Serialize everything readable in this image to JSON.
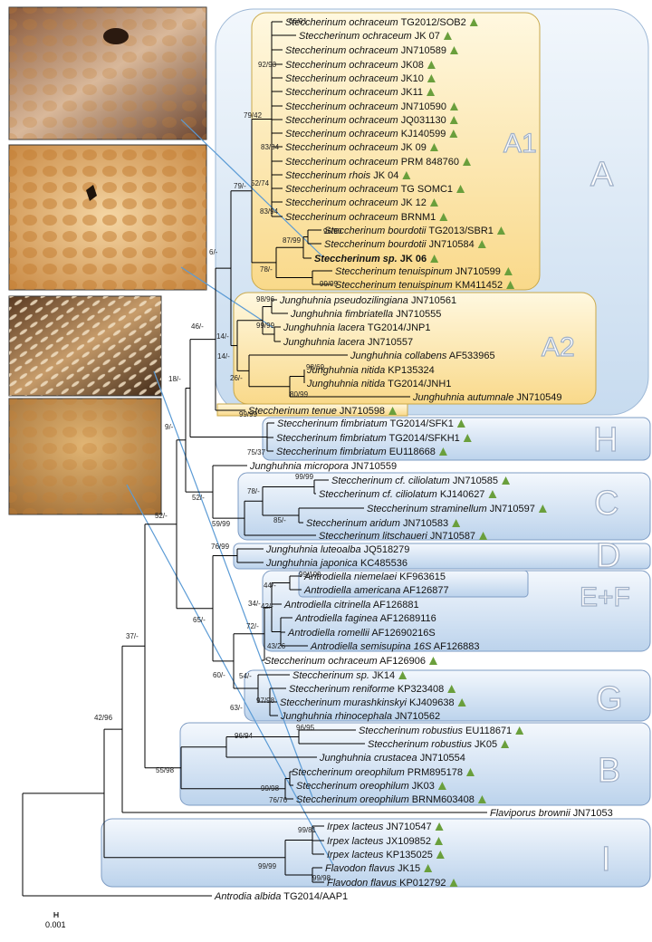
{
  "tree": {
    "taxa": [
      {
        "genus": "Steccherinum",
        "species": "ochraceum",
        "voucher": "TG2012/SOB2",
        "mark": true
      },
      {
        "genus": "Steccherinum",
        "species": "ochraceum",
        "voucher": "JK 07",
        "mark": true
      },
      {
        "genus": "Steccherinum",
        "species": "ochraceum",
        "voucher": "JN710589",
        "mark": true
      },
      {
        "genus": "Steccherinum",
        "species": "ochraceum",
        "voucher": "JK08",
        "mark": true
      },
      {
        "genus": "Steccherinum",
        "species": "ochraceum",
        "voucher": "JK10",
        "mark": true
      },
      {
        "genus": "Steccherinum",
        "species": "ochraceum",
        "voucher": "JK11",
        "mark": true
      },
      {
        "genus": "Steccherinum",
        "species": "ochraceum",
        "voucher": "JN710590",
        "mark": true
      },
      {
        "genus": "Steccherinum",
        "species": "ochraceum",
        "voucher": "JQ031130",
        "mark": true
      },
      {
        "genus": "Steccherinum",
        "species": "ochraceum",
        "voucher": "KJ140599",
        "mark": true
      },
      {
        "genus": "Steccherinum",
        "species": "ochraceum",
        "voucher": "JK 09",
        "mark": true
      },
      {
        "genus": "Steccherinum",
        "species": "ochraceum",
        "voucher": "PRM 848760",
        "mark": true
      },
      {
        "genus": "Steccherinum",
        "species": "rhois",
        "voucher": "JK 04",
        "mark": true
      },
      {
        "genus": "Steccherinum",
        "species": "ochraceum",
        "voucher": "TG SOMC1",
        "mark": true
      },
      {
        "genus": "Steccherinum",
        "species": "ochraceum",
        "voucher": "JK 12",
        "mark": true
      },
      {
        "genus": "Steccherinum",
        "species": "ochraceum",
        "voucher": "BRNM1",
        "mark": true
      },
      {
        "genus": "Steccherinum",
        "species": "bourdotii",
        "voucher": "TG2013/SBR1",
        "mark": true
      },
      {
        "genus": "Steccherinum",
        "species": "bourdotii",
        "voucher": "JN710584",
        "mark": true
      },
      {
        "genus": "Steccherinum",
        "species": "sp.",
        "voucher": "JK 06",
        "mark": true,
        "bold": true
      },
      {
        "genus": "Steccherinum",
        "species": "tenuispinum",
        "voucher": "JN710599",
        "mark": true
      },
      {
        "genus": "Steccherinum",
        "species": "tenuispinum",
        "voucher": "KM411452",
        "mark": true
      },
      {
        "genus": "Junghuhnia",
        "species": "pseudozilingiana",
        "voucher": "JN710561",
        "mark": false
      },
      {
        "genus": "Junghuhnia",
        "species": "fimbriatella",
        "voucher": "JN710555",
        "mark": false
      },
      {
        "genus": "Junghuhnia",
        "species": "lacera",
        "voucher": "TG2014/JNP1",
        "mark": false
      },
      {
        "genus": "Junghuhnia",
        "species": "lacera",
        "voucher": "JN710557",
        "mark": false
      },
      {
        "genus": "Junghuhnia",
        "species": "collabens",
        "voucher": "AF533965",
        "mark": false
      },
      {
        "genus": "Junghuhnia",
        "species": "nitida",
        "voucher": "KP135324",
        "mark": false
      },
      {
        "genus": "Junghuhnia",
        "species": "nitida",
        "voucher": "TG2014/JNH1",
        "mark": false
      },
      {
        "genus": "Junghuhnia",
        "species": "autumnale",
        "voucher": "JN710549",
        "mark": false
      },
      {
        "genus": "Steccherinum",
        "species": "tenue",
        "voucher": "JN710598",
        "mark": true
      },
      {
        "genus": "Steccherinum",
        "species": "fimbriatum",
        "voucher": "TG2014/SFK1",
        "mark": true
      },
      {
        "genus": "Steccherinum",
        "species": "fimbriatum",
        "voucher": "TG2014/SFKH1",
        "mark": true
      },
      {
        "genus": "Steccherinum",
        "species": "fimbriatum",
        "voucher": "EU118668",
        "mark": true
      },
      {
        "genus": "Junghuhnia",
        "species": "micropora",
        "voucher": "JN710559",
        "mark": false
      },
      {
        "genus": "Steccherinum",
        "species": "cf. ciliolatum",
        "voucher": "JN710585",
        "mark": true
      },
      {
        "genus": "Steccherinum",
        "species": "cf. ciliolatum",
        "voucher": "KJ140627",
        "mark": true
      },
      {
        "genus": "Steccherinum",
        "species": "straminellum",
        "voucher": "JN710597",
        "mark": true
      },
      {
        "genus": "Steccherinum",
        "species": "aridum",
        "voucher": "JN710583",
        "mark": true
      },
      {
        "genus": "Steccherinum",
        "species": "litschaueri",
        "voucher": "JN710587",
        "mark": true
      },
      {
        "genus": "Junghuhnia",
        "species": "luteoalba",
        "voucher": "JQ518279",
        "mark": false
      },
      {
        "genus": "Junghuhnia",
        "species": "japonica",
        "voucher": "KC485536",
        "mark": false
      },
      {
        "genus": "Antrodiella",
        "species": "niemelaei",
        "voucher": "KF963615",
        "mark": false
      },
      {
        "genus": "Antrodiella",
        "species": "americana",
        "voucher": "AF126877",
        "mark": false
      },
      {
        "genus": "Antrodiella",
        "species": "citrinella",
        "voucher": "AF126881",
        "mark": false
      },
      {
        "genus": "Antrodiella",
        "species": "faginea",
        "voucher": "AF12689116",
        "mark": false
      },
      {
        "genus": "Antrodiella",
        "species": "romellii",
        "voucher": "AF12690216S",
        "mark": false
      },
      {
        "genus": "Antrodiella",
        "species": "semisupina 16S",
        "voucher": "AF126883",
        "mark": false
      },
      {
        "genus": "Steccherinum",
        "species": "ochraceum",
        "voucher": "AF126906",
        "mark": true
      },
      {
        "genus": "Steccherinum",
        "species": "sp.",
        "voucher": "JK14",
        "mark": true
      },
      {
        "genus": "Steccherinum",
        "species": "reniforme",
        "voucher": "KP323408",
        "mark": true
      },
      {
        "genus": "Steccherinum",
        "species": "murashkinskyi",
        "voucher": "KJ409638",
        "mark": true
      },
      {
        "genus": "Junghuhnia",
        "species": "rhinocephala",
        "voucher": "JN710562",
        "mark": false
      },
      {
        "genus": "Steccherinum",
        "species": "robustius",
        "voucher": "EU118671",
        "mark": true
      },
      {
        "genus": "Steccherinum",
        "species": "robustius",
        "voucher": "JK05",
        "mark": true
      },
      {
        "genus": "Junghuhnia",
        "species": "crustacea",
        "voucher": "JN710554",
        "mark": false
      },
      {
        "genus": "Steccherinum",
        "species": "oreophilum",
        "voucher": "PRM895178",
        "mark": true
      },
      {
        "genus": "Steccherinum",
        "species": "oreophilum",
        "voucher": "JK03",
        "mark": true
      },
      {
        "genus": "Steccherinum",
        "species": "oreophilum",
        "voucher": "BRNM603408",
        "mark": true
      },
      {
        "genus": "Flaviporus",
        "species": "brownii",
        "voucher": "JN71053",
        "mark": false
      },
      {
        "genus": "Irpex",
        "species": "lacteus",
        "voucher": "JN710547",
        "mark": true
      },
      {
        "genus": "Irpex",
        "species": "lacteus",
        "voucher": "JX109852",
        "mark": true
      },
      {
        "genus": "Irpex",
        "species": "lacteus",
        "voucher": "KP135025",
        "mark": true
      },
      {
        "genus": "Flavodon",
        "species": "flavus",
        "voucher": "JK15",
        "mark": true
      },
      {
        "genus": "Flavodon",
        "species": "flavus",
        "voucher": "KP012792",
        "mark": true
      },
      {
        "genus": "Antrodia",
        "species": "albida",
        "voucher": "TG2014/AAP1",
        "mark": false
      }
    ],
    "supports": [
      "66/91",
      "92/93",
      "79/42",
      "83/84",
      "52/74",
      "83/94",
      "79/-",
      "96/90",
      "87/99",
      "6/-",
      "78/-",
      "99/99",
      "98/96",
      "99/99",
      "14/-",
      "46/-",
      "14/-",
      "98/69",
      "26/-",
      "80/99",
      "18/-",
      "99/99",
      "75/37",
      "9/-",
      "99/99",
      "78/-",
      "85/-",
      "59/99",
      "52/-",
      "52/-",
      "76/99",
      "99/100",
      "44/-",
      "34/-",
      "42/-",
      "43/26",
      "72/-",
      "65/-",
      "60/-",
      "54/-",
      "97/98",
      "63/-",
      "37/-",
      "96/94",
      "96/95",
      "99/98",
      "76/76",
      "55/98",
      "42/96",
      "99/81",
      "99/99",
      "99/98"
    ],
    "clade_labels": [
      "A",
      "A1",
      "A2",
      "H",
      "C",
      "D",
      "E+F",
      "G",
      "B",
      "I"
    ],
    "scale_label": "0.001",
    "colors": {
      "clade_a_fill": "#d6e4f3",
      "subclade_fill": "#fde6a8",
      "clade_box_fill": "#cfdff1",
      "marker": "#6a9f3c",
      "link_line": "#5b9bd5"
    }
  }
}
